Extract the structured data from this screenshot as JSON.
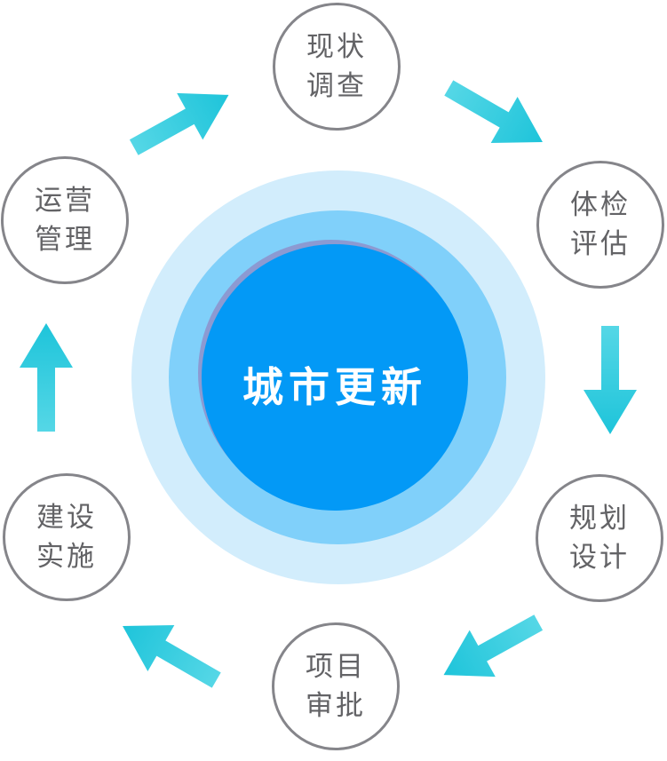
{
  "diagram": {
    "type": "circular-process-cycle",
    "direction": "clockwise"
  },
  "center": {
    "label": "城市更新"
  },
  "nodes": [
    {
      "name": "status-survey",
      "lines": [
        "现状",
        "调查"
      ]
    },
    {
      "name": "checkup-assessment",
      "lines": [
        "体检",
        "评估"
      ]
    },
    {
      "name": "planning-design",
      "lines": [
        "规划",
        "设计"
      ]
    },
    {
      "name": "project-approval",
      "lines": [
        "项目",
        "审批"
      ]
    },
    {
      "name": "construction-implementation",
      "lines": [
        "建设",
        "实施"
      ]
    },
    {
      "name": "operation-management",
      "lines": [
        "运营",
        "管理"
      ]
    }
  ],
  "arrows": [
    {
      "name": "operation-to-survey",
      "direction": "up-right"
    },
    {
      "name": "survey-to-assessment",
      "direction": "down-right"
    },
    {
      "name": "assessment-to-planning",
      "direction": "down"
    },
    {
      "name": "planning-to-approval",
      "direction": "down-left"
    },
    {
      "name": "approval-to-construction",
      "direction": "up-left"
    },
    {
      "name": "construction-to-operation",
      "direction": "up"
    }
  ],
  "colors": {
    "ring_outer": "#d2edfc",
    "ring_middle": "#80d0fa",
    "core": "#0399f6",
    "core_rim": "#8c9ad2",
    "arrow_tail": "#55d7e6",
    "arrow_head": "#1ec4da",
    "node_border": "#85858a",
    "node_text": "#636366",
    "center_text": "#ffffff",
    "background": "#ffffff"
  }
}
